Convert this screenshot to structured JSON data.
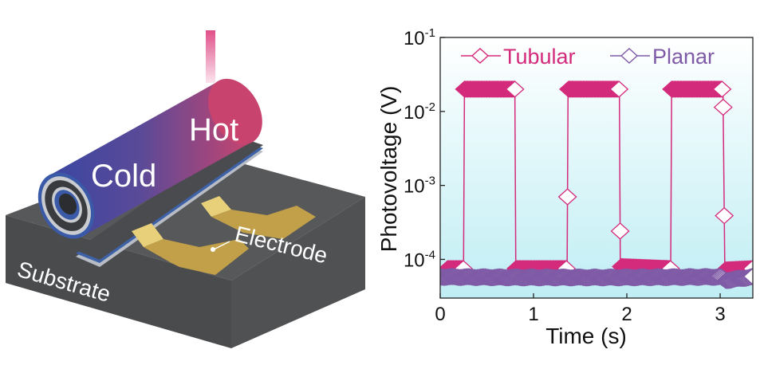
{
  "illustration": {
    "labels": {
      "hot": "Hot",
      "cold": "Cold",
      "electrode": "Electrode",
      "substrate": "Substrate"
    },
    "colors": {
      "cold": "#3a46a2",
      "hot": "#c8446e",
      "laser": "#e0508a",
      "substrate": "#555657",
      "electrode": "#c9a94e"
    }
  },
  "chart_data": {
    "type": "line",
    "xlabel": "Time (s)",
    "ylabel": "Photovoltage (V)",
    "xlim": [
      0,
      3.35
    ],
    "ylim": [
      3e-05,
      0.1
    ],
    "yscale": "log",
    "xticks": [
      0,
      1,
      2,
      3
    ],
    "xtick_labels": [
      "0",
      "1",
      "2",
      "3"
    ],
    "yticks": [
      0.1,
      0.01,
      0.001,
      0.0001
    ],
    "ytick_labels": [
      {
        "base": "10",
        "exp": "-1"
      },
      {
        "base": "10",
        "exp": "-2"
      },
      {
        "base": "10",
        "exp": "-3"
      },
      {
        "base": "10",
        "exp": "-4"
      }
    ],
    "grid": false,
    "legend_position": "top",
    "marker": "open-diamond",
    "series": [
      {
        "name": "Tubular",
        "color": "#d42a7c",
        "x": [
          0.08,
          0.25,
          0.26,
          0.8,
          0.81,
          1.36,
          1.37,
          1.92,
          1.93,
          2.47,
          2.48,
          3.03,
          3.05,
          3.35
        ],
        "y": [
          7.5e-05,
          7.5e-05,
          0.02,
          0.02,
          7.5e-05,
          7.5e-05,
          0.02,
          0.02,
          8e-05,
          7.5e-05,
          0.02,
          0.02,
          7.2e-05,
          7.5e-05
        ]
      },
      {
        "name": "Planar",
        "color": "#7f5aa6",
        "x": [
          0.0,
          0.8,
          1.9,
          3.0,
          3.06,
          3.35
        ],
        "y": [
          5.8e-05,
          5.7e-05,
          5.7e-05,
          5.8e-05,
          5.2e-05,
          5.8e-05
        ]
      }
    ]
  }
}
